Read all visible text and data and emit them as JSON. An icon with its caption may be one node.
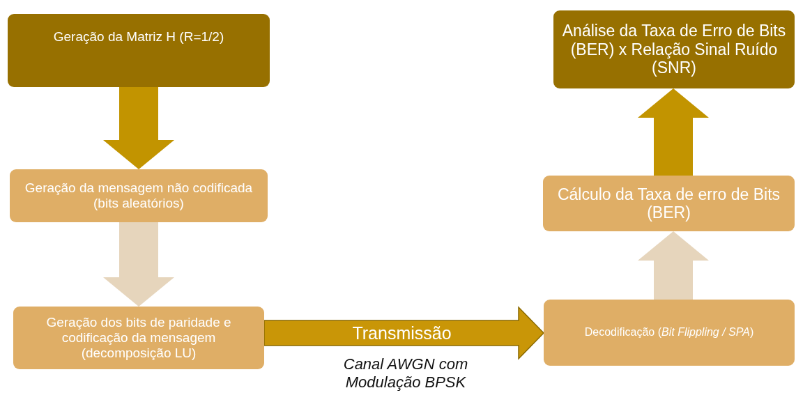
{
  "diagram": {
    "nodes": [
      {
        "text": [
          "Geração da Matriz H (R=1/2)"
        ]
      },
      {
        "text": [
          "Geração da mensagem não codificada (bits aleatórios)"
        ]
      },
      {
        "text": [
          "Geração dos bits de paridade e codificação da mensagem (decomposição LU)"
        ]
      },
      {
        "text": [
          "Decodificação (*Bit Flippling / SPA*)"
        ]
      },
      {
        "text": [
          "Cálculo da Taxa de erro de Bits (BER)"
        ]
      },
      {
        "text": [
          "Análise da Taxa de Erro de Bits (BER) x Relação Sinal Ruído (SNR)"
        ]
      }
    ],
    "edges": [
      {
        "from": 0,
        "to": 1,
        "arrow": "to"
      },
      {
        "from": 1,
        "to": 2,
        "arrow": "to",
        "color": "#e6d5bc"
      },
      {
        "from": 2,
        "to": 3,
        "arrow": "to",
        "label": "Transmissão"
      },
      {
        "from": 3,
        "to": 4,
        "arrow": "to",
        "color": "#e6d5bc"
      },
      {
        "from": 4,
        "to": 5,
        "arrow": "to"
      }
    ],
    "labels": [
      "Canal AWGN com Modulação BPSK"
    ]
  }
}
